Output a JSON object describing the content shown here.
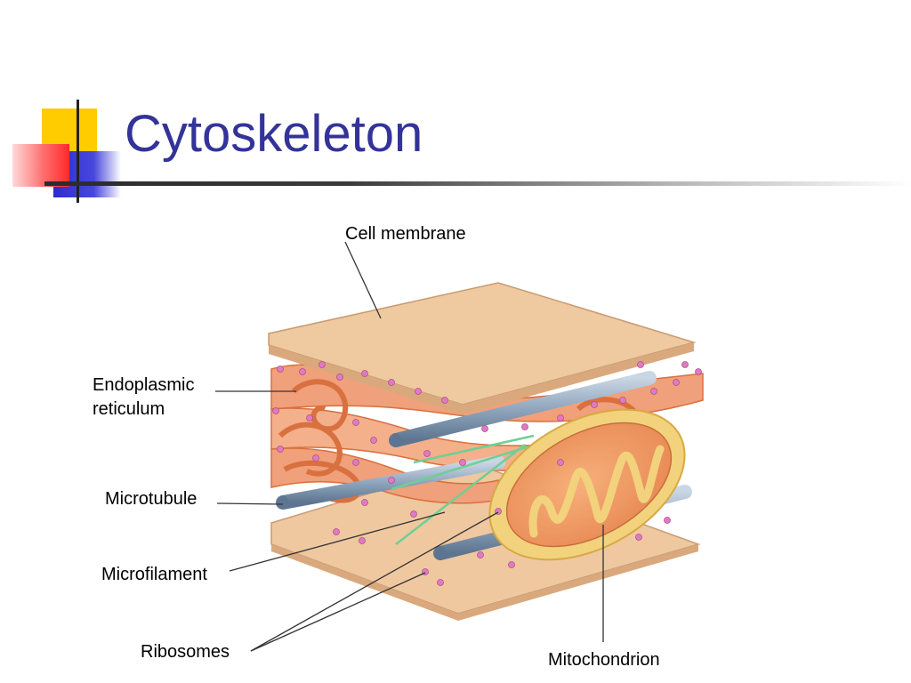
{
  "slide": {
    "title": "Cytoskeleton",
    "title_color": "#333399",
    "accent_colors": {
      "yellow": "#ffcc00",
      "red": "#ff3333",
      "blue": "#3333cc"
    }
  },
  "diagram": {
    "labels": {
      "cell_membrane": "Cell membrane",
      "endoplasmic_line1": "Endoplasmic",
      "endoplasmic_line2": "reticulum",
      "microtubule": "Microtubule",
      "microfilament": "Microfilament",
      "ribosomes": "Ribosomes",
      "mitochondrion": "Mitochondrion"
    },
    "colors": {
      "membrane": "#efc9a0",
      "membrane_edge": "#c99b72",
      "er": "#f0a07a",
      "er_dark": "#d9703f",
      "microtubule": "#8fa6bd",
      "microfilament": "#6fcf94",
      "ribosome": "#e07bc2",
      "mitochondrion_outer": "#f2d27c",
      "mitochondrion_inner": "#f3a66e"
    }
  }
}
